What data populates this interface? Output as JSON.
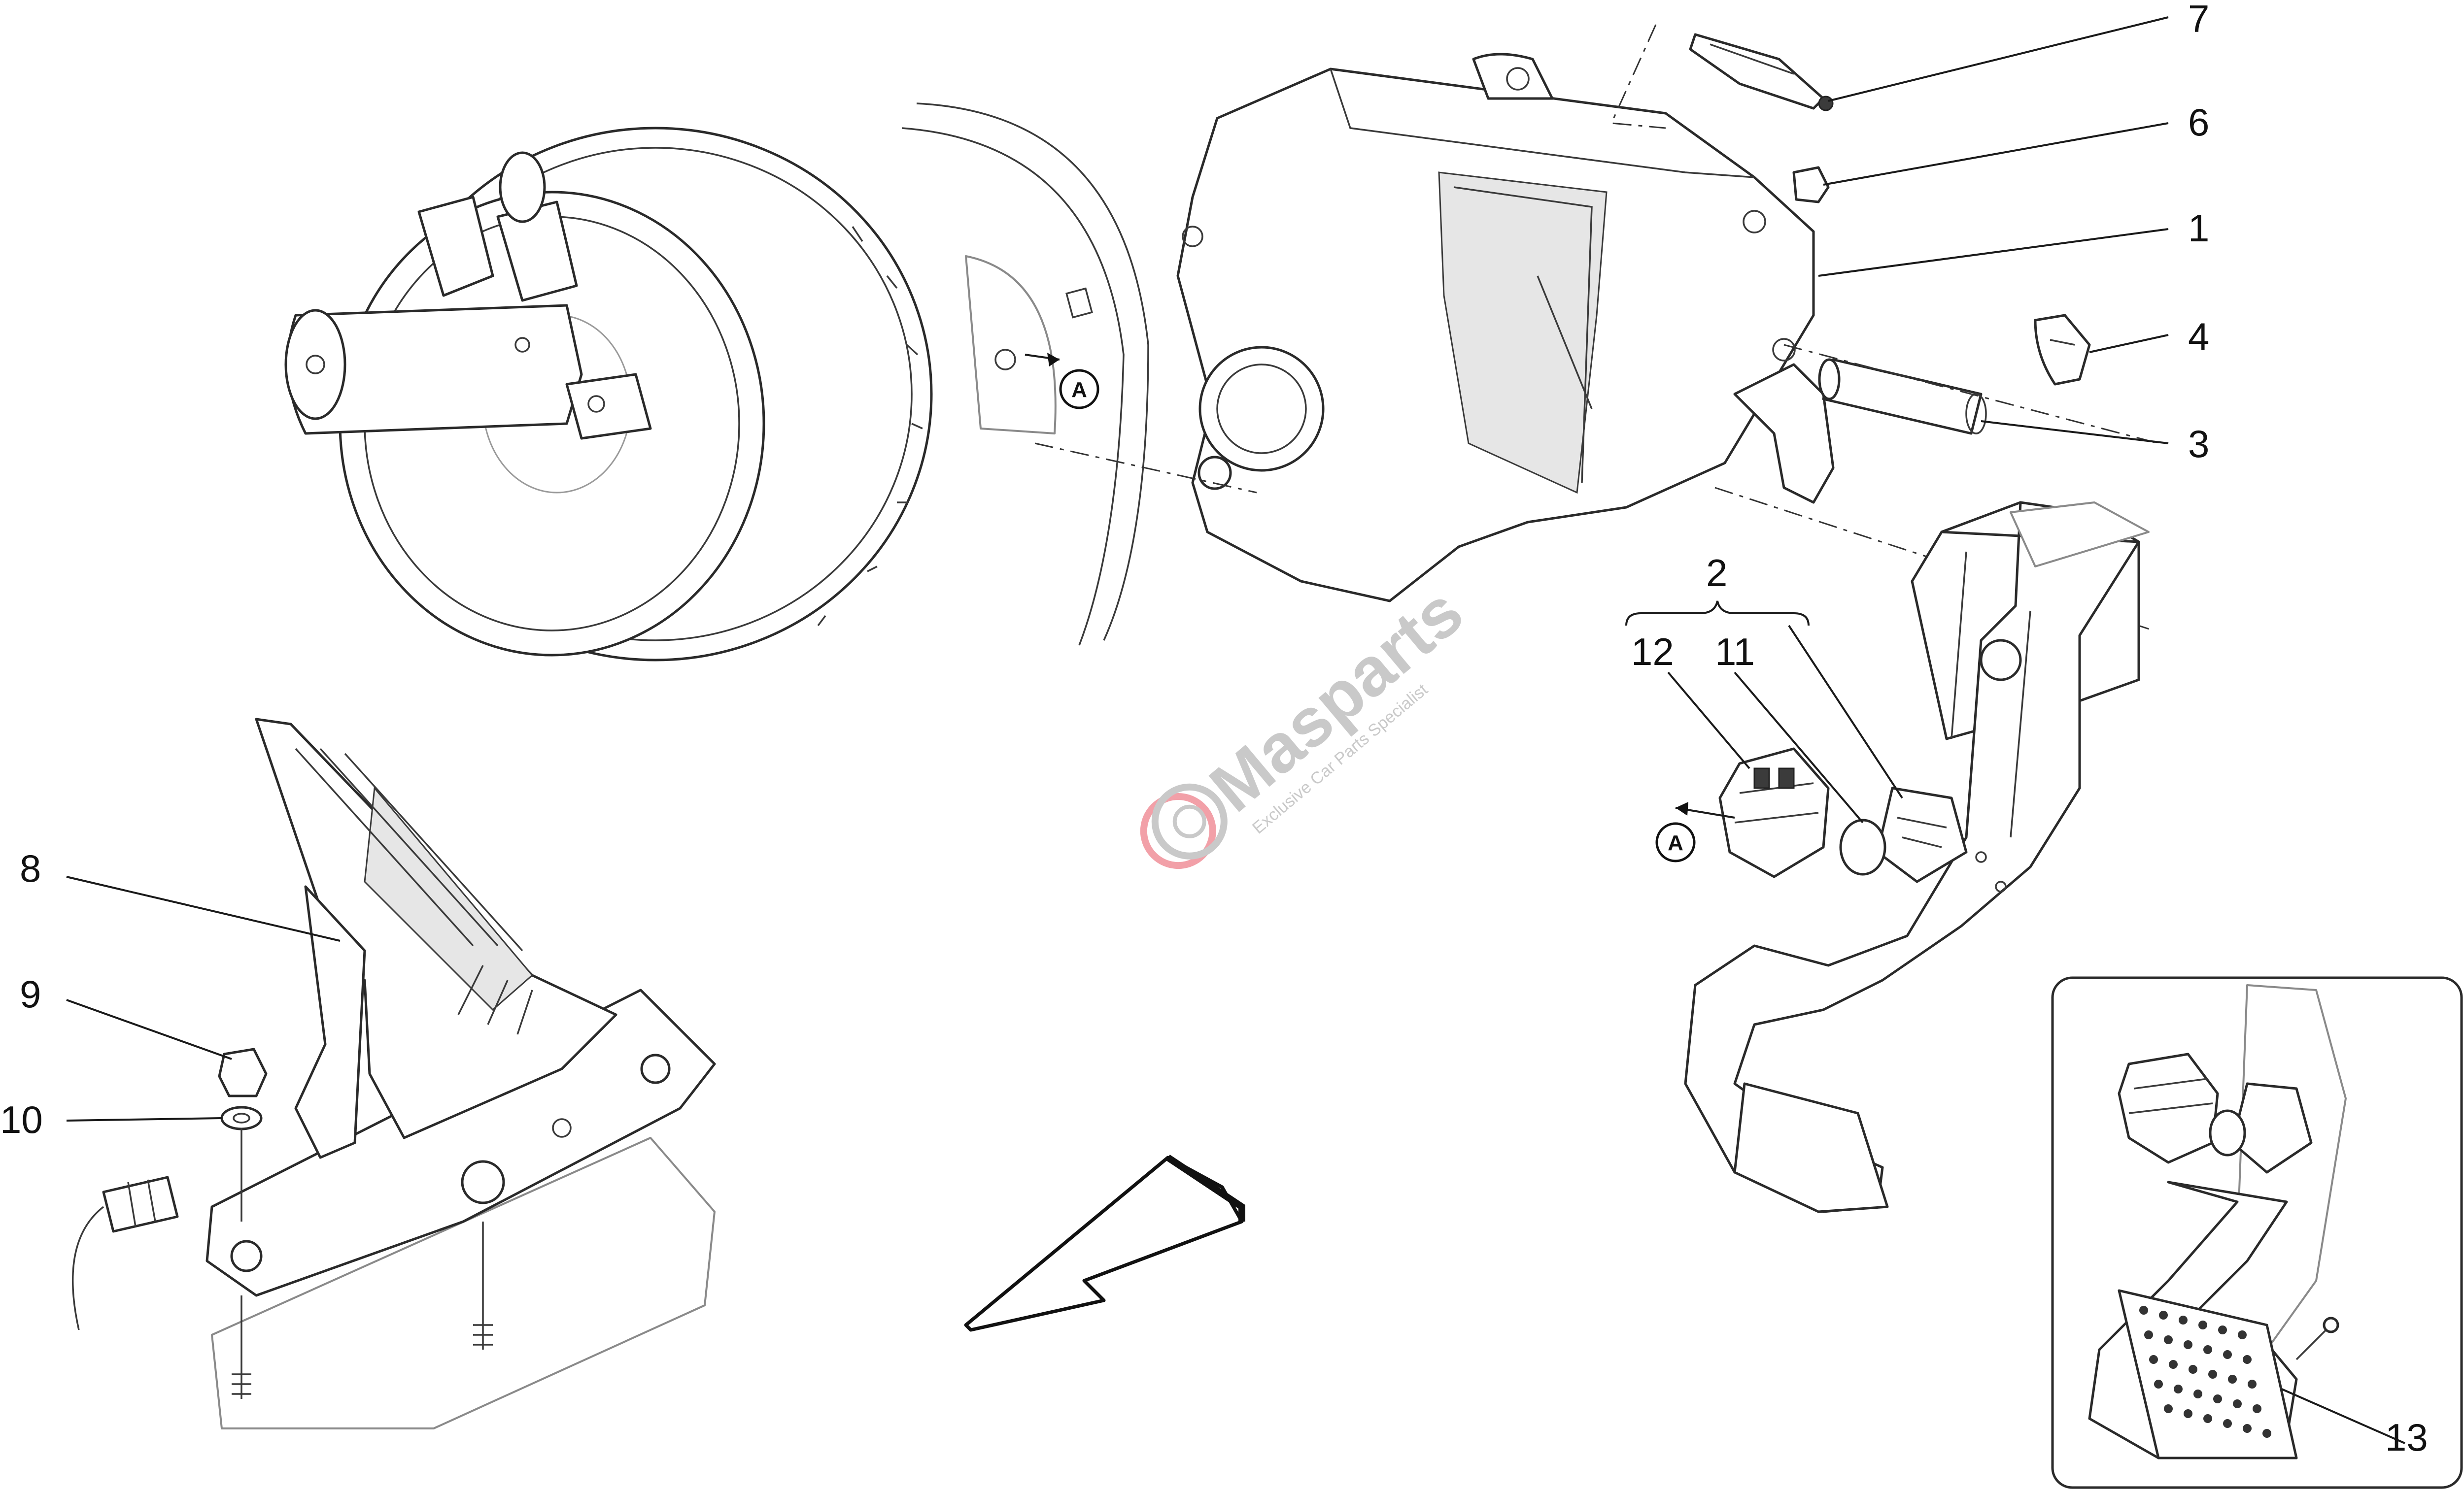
{
  "callouts": {
    "c1": "1",
    "c2": "2",
    "c3": "3",
    "c4": "4",
    "c6": "6",
    "c7": "7",
    "c8": "8",
    "c9": "9",
    "c10": "10",
    "c11": "11",
    "c12": "12",
    "c13": "13"
  },
  "ref_marker": "A",
  "watermark": {
    "name": "Masparts",
    "tagline": "Exclusive Car Parts Specialist",
    "colors": {
      "logo_red": "#f2a0a8",
      "logo_gray": "#c9c9c9"
    }
  },
  "icons": {
    "direction": "arrow-down-left-icon",
    "logo": "gear-logo-icon"
  }
}
